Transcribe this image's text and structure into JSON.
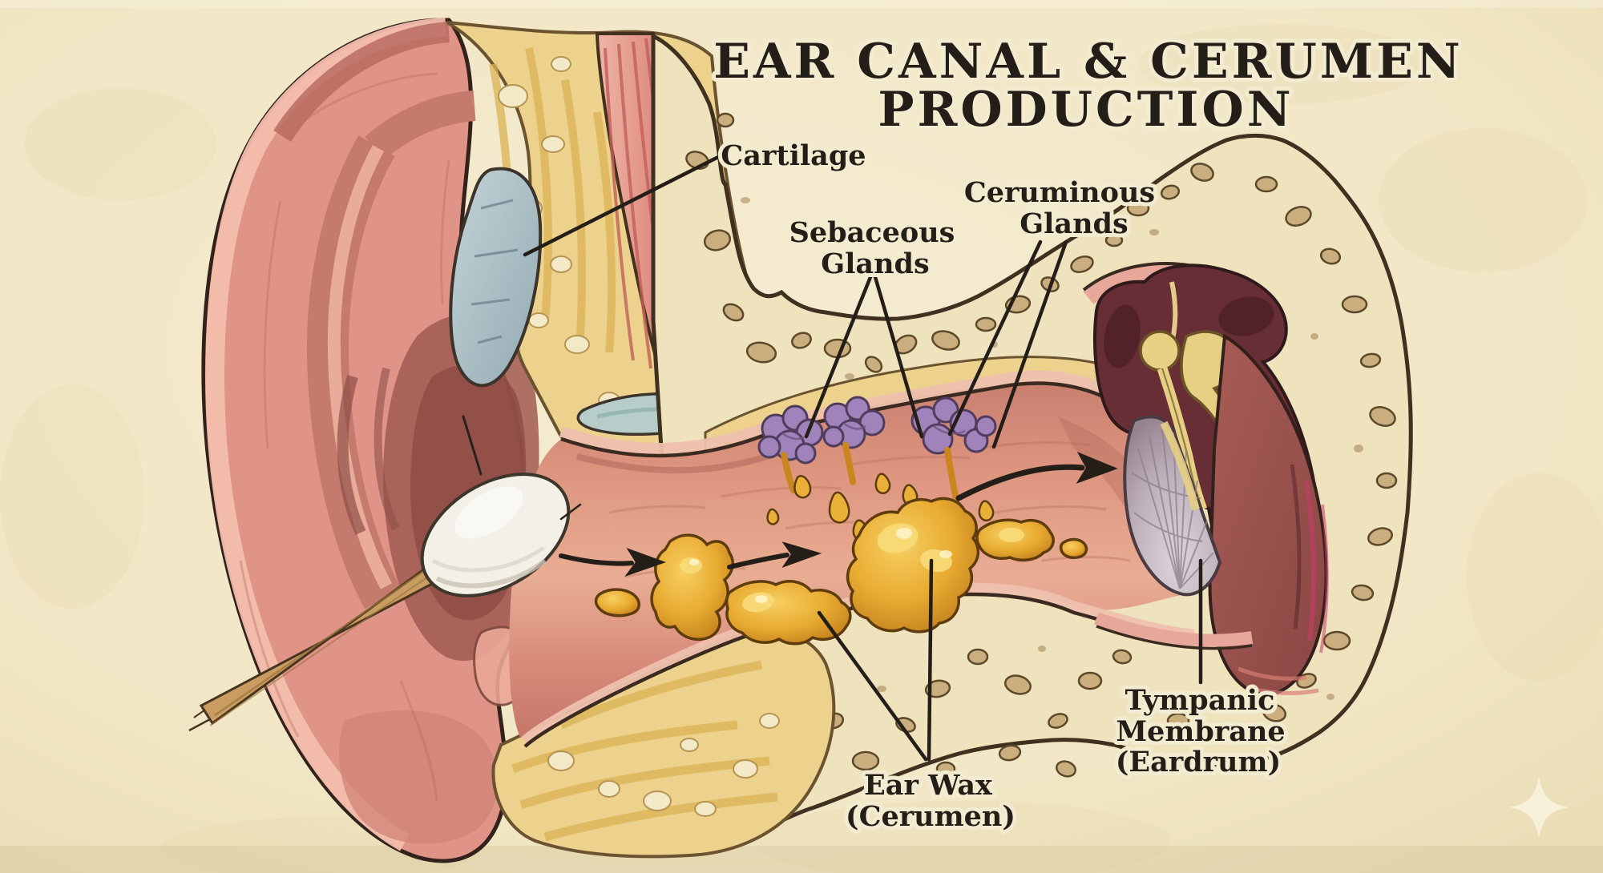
{
  "figure": {
    "title_line1": "EAR CANAL & CERUMEN",
    "title_line2": "PRODUCTION"
  },
  "labels": {
    "cartilage": "Cartilage",
    "sebaceous_line1": "Sebaceous",
    "sebaceous_line2": "Glands",
    "ceruminous_line1": "Ceruminous",
    "ceruminous_line2": "Glands",
    "ear_wax_line1": "Ear Wax",
    "ear_wax_line2": "(Cerumen)",
    "tympanic_line1": "Tympanic",
    "tympanic_line2": "Membrane",
    "tympanic_line3": "(Eardrum)"
  },
  "colors": {
    "parchment": "#f2e8c9",
    "ink": "#241e18",
    "pinna_skin": "#e09488",
    "canal_skin": "#e0957f",
    "fat_yellow": "#ecd28c",
    "bone_cream": "#eee3bd",
    "trabecula_tan": "#cbae7e",
    "cartilage_blue": "#aec4cb",
    "gland_purple": "#a083bb",
    "wax_amber": "#e6a62e",
    "cotton_white": "#f3f0e7",
    "stick_wood": "#c99d62",
    "middle_ear_maroon": "#682e36",
    "ossicle_yellow": "#e7cf84",
    "eardrum_gray": "#b3a7b0",
    "sparkle": "#f8f1dd"
  },
  "icons": {
    "sparkle": "four-point-star-sparkle"
  }
}
